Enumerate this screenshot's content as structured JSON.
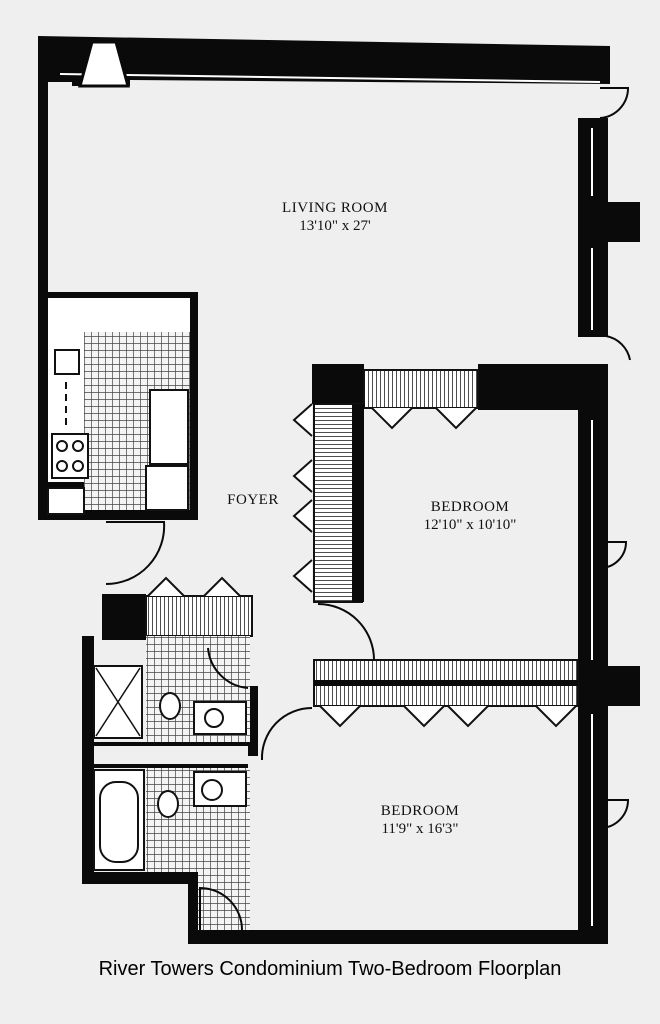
{
  "rooms": {
    "living": {
      "name": "LIVING ROOM",
      "dims": "13'10\" x 27'"
    },
    "bedroom1": {
      "name": "BEDROOM",
      "dims": "12'10\" x 10'10\""
    },
    "bedroom2": {
      "name": "BEDROOM",
      "dims": "11'9\" x 16'3\""
    },
    "foyer": {
      "name": "FOYER"
    }
  },
  "caption": "River Towers Condominium Two-Bedroom Floorplan",
  "colors": {
    "wall": "#0a0a0a",
    "paper": "#efefef",
    "tile": "#6a6a6a"
  }
}
